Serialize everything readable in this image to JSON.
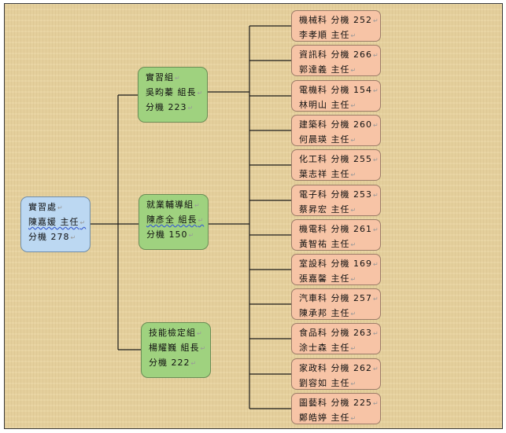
{
  "root": {
    "lines": [
      "實習處",
      "陳嘉媛 主任",
      "分機 278"
    ]
  },
  "groups": [
    {
      "lines": [
        "實習組",
        "吳昀蓁 組長",
        "分機 223"
      ]
    },
    {
      "lines": [
        "就業輔導組",
        "陳彥全 組長",
        "分機 150"
      ]
    },
    {
      "lines": [
        "技能檢定組",
        "楊耀巍 組長",
        "分機 222"
      ]
    }
  ],
  "departments": [
    {
      "lines": [
        "機械科 分機 252",
        "李孝順 主任"
      ]
    },
    {
      "lines": [
        "資訊科 分機 266",
        "郭達義 主任"
      ]
    },
    {
      "lines": [
        "電機科 分機 154",
        "林明山 主任"
      ]
    },
    {
      "lines": [
        "建築科 分機 260",
        "何晨瑛 主任"
      ]
    },
    {
      "lines": [
        "化工科 分機 255",
        "葉志祥 主任"
      ]
    },
    {
      "lines": [
        "電子科 分機 253",
        "蔡昇宏 主任"
      ]
    },
    {
      "lines": [
        "機電科 分機 261",
        "黃智祐 主任"
      ]
    },
    {
      "lines": [
        "室設科 分機 169",
        "張嘉馨 主任"
      ]
    },
    {
      "lines": [
        "汽車科 分機 257",
        "陳承邦 主任"
      ]
    },
    {
      "lines": [
        "食品科 分機 263",
        "涂士森 主任"
      ]
    },
    {
      "lines": [
        "家政科 分機 262",
        "劉容如 主任"
      ]
    },
    {
      "lines": [
        "圖藝科 分機 225",
        "鄭皓婷 主任"
      ]
    }
  ]
}
